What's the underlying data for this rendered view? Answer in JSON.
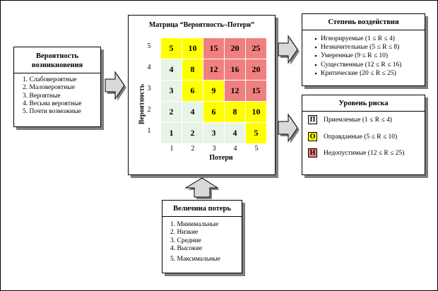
{
  "probability_box": {
    "title": "Вероятность возникновения",
    "items": [
      "1. Слабовероятные",
      "2. Маловероятные",
      "3. Вероятные",
      "4. Весьма вероятные",
      "5. Почти возможные"
    ]
  },
  "matrix": {
    "title": "Матрица “Вероятность–Потери”",
    "y_axis_label": "Вероятность",
    "x_axis_label": "Потери",
    "y_ticks": [
      "5",
      "4",
      "3",
      "2",
      "1"
    ],
    "x_ticks": [
      "1",
      "2",
      "3",
      "4",
      "5"
    ],
    "rows": [
      [
        {
          "v": "5",
          "z": "O"
        },
        {
          "v": "10",
          "z": "O"
        },
        {
          "v": "15",
          "z": "H"
        },
        {
          "v": "20",
          "z": "H"
        },
        {
          "v": "25",
          "z": "H"
        }
      ],
      [
        {
          "v": "4",
          "z": "P"
        },
        {
          "v": "8",
          "z": "O"
        },
        {
          "v": "12",
          "z": "H"
        },
        {
          "v": "16",
          "z": "H"
        },
        {
          "v": "20",
          "z": "H"
        }
      ],
      [
        {
          "v": "3",
          "z": "P"
        },
        {
          "v": "6",
          "z": "O"
        },
        {
          "v": "9",
          "z": "O"
        },
        {
          "v": "12",
          "z": "H"
        },
        {
          "v": "15",
          "z": "H"
        }
      ],
      [
        {
          "v": "2",
          "z": "P"
        },
        {
          "v": "4",
          "z": "P"
        },
        {
          "v": "6",
          "z": "O"
        },
        {
          "v": "8",
          "z": "O"
        },
        {
          "v": "10",
          "z": "O"
        }
      ],
      [
        {
          "v": "1",
          "z": "P"
        },
        {
          "v": "2",
          "z": "P"
        },
        {
          "v": "3",
          "z": "P"
        },
        {
          "v": "4",
          "z": "P"
        },
        {
          "v": "5",
          "z": "O"
        }
      ]
    ]
  },
  "impact_box": {
    "title": "Степень воздействия",
    "items": [
      "Игнорируемые (1 ≤ R ≤ 4)",
      "Незначительные (5 ≤ R ≤ 8)",
      "Умеренные (9 ≤ R ≤ 10)",
      "Существенные (12 ≤ R ≤ 16)",
      "Критические (20 ≤ R ≤ 25)"
    ]
  },
  "risk_box": {
    "title": "Уровень риска",
    "levels": [
      {
        "code": "П",
        "label": "Приемлемые (1 ≤ R ≤ 4)"
      },
      {
        "code": "О",
        "label": "Оправданные (5 ≤ R ≤ 10)"
      },
      {
        "code": "Н",
        "label": "Недопустимые (12 ≤ R ≤ 25)"
      }
    ]
  },
  "loss_box": {
    "title": "Величина потерь",
    "items": [
      "1. Минимальные",
      "2. Низкие",
      "3. Средние",
      "4. Высокие",
      "5. Максимальные"
    ]
  },
  "colors": {
    "P": "#e6f5e6",
    "O": "#ffff00",
    "H": "#f08080"
  }
}
